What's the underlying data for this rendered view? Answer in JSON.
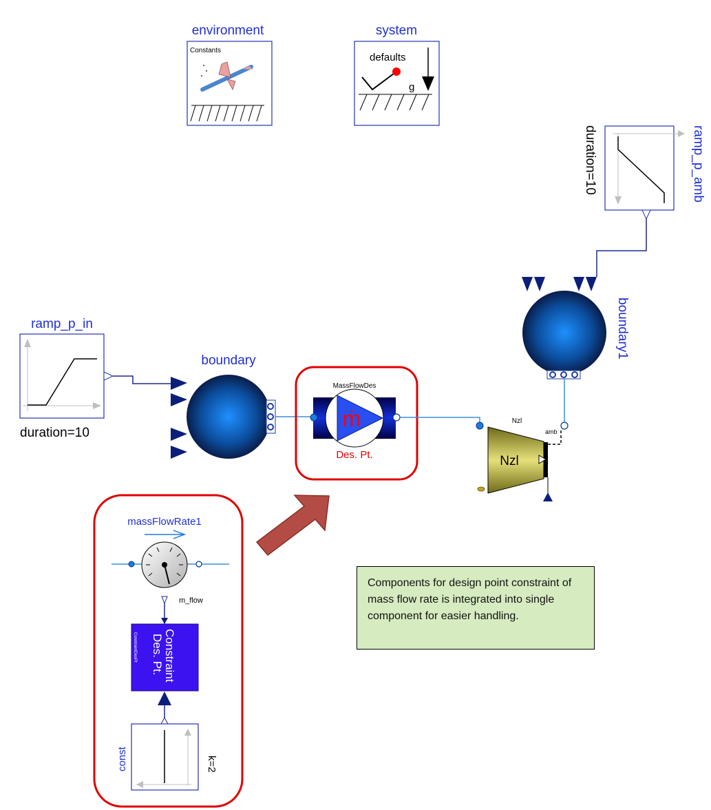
{
  "labels": {
    "environment": "environment",
    "environment_sub": "Constants",
    "system": "system",
    "system_defaults": "defaults",
    "system_g": "g",
    "ramp_p_amb": "ramp_p_amb",
    "ramp_p_amb_param": "duration=10",
    "ramp_p_in": "ramp_p_in",
    "ramp_p_in_param": "duration=10",
    "boundary": "boundary",
    "boundary1": "boundary1",
    "massflow_title": "MassFlowDes",
    "massflow_symbol": "ṁ",
    "massflow_sub": "Des. Pt.",
    "nozzle_top": "Nzl",
    "nozzle_body": "Nzl",
    "nozzle_amb": "amb",
    "massFlowRate1": "massFlowRate1",
    "m_flow": "m_flow",
    "constraint_line1": "Constraint",
    "constraint_line2": "Des. Pt.",
    "constraint_small": "ConstraintDesPt",
    "const": "const",
    "const_param": "k=2"
  },
  "note": {
    "text": " Components for design point constraint of mass flow rate is integrated into single component for easier handling."
  },
  "colors": {
    "name_blue": "#1f2fd8",
    "highlight_red": "#e00000",
    "arrow_fill": "#b24c44",
    "note_bg": "#d6ecc0",
    "connection_blue": "#3c8fd8",
    "signal_navy": "#0b1f7a"
  }
}
